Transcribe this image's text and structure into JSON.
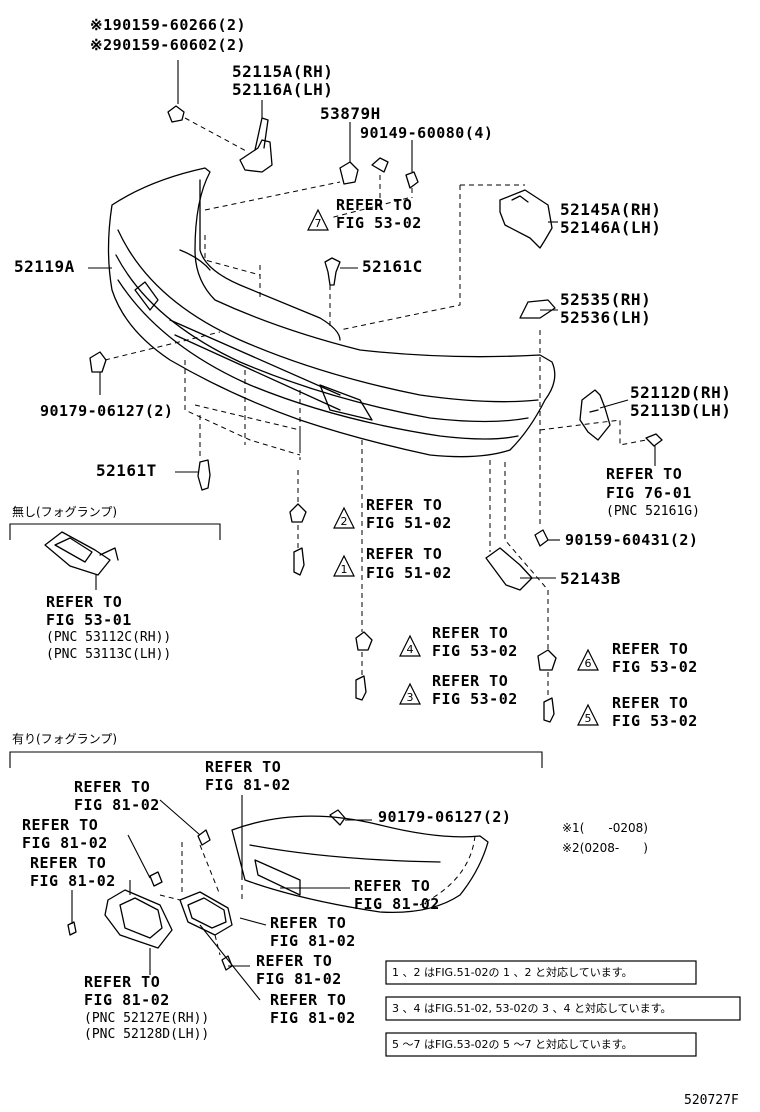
{
  "page_code": "520727F",
  "callouts": {
    "c_90159_a": "※190159-60266(2)",
    "c_90159_b": "※290159-60602(2)",
    "c_52115": "52115A(RH)",
    "c_52116": "52116A(LH)",
    "c_53879": "53879H",
    "c_90149": "90149-60080(4)",
    "c_52145": "52145A(RH)",
    "c_52146": "52146A(LH)",
    "c_52119": "52119A",
    "c_52161c": "52161C",
    "c_52535": "52535(RH)",
    "c_52536": "52536(LH)",
    "c_52112": "52112D(RH)",
    "c_52113": "52113D(LH)",
    "c_90179_a": "90179-06127(2)",
    "c_52161t": "52161T",
    "c_90159_c": "90159-60431(2)",
    "c_52143": "52143B",
    "c_90179_b": "90179-06127(2)"
  },
  "refer": {
    "refer_to": "REFER TO",
    "fig_53_02": "FIG 53-02",
    "fig_51_02": "FIG 51-02",
    "fig_76_01": "FIG 76-01",
    "pnc_52161g": "(PNC 52161G)",
    "fig_53_01": "FIG 53-01",
    "pnc_53112c": "(PNC 53112C(RH))",
    "pnc_53113c": "(PNC 53113C(LH))",
    "fig_81_02": "FIG 81-02",
    "pnc_52127e": "(PNC 52127E(RH))",
    "pnc_52128d": "(PNC 52128D(LH))"
  },
  "markers": [
    "1",
    "2",
    "3",
    "4",
    "5",
    "6",
    "7"
  ],
  "sections": {
    "without_fog": "無し(フォグランプ)",
    "with_fog": "有り(フォグランプ)"
  },
  "notes": {
    "n1": "※1(　　-0208)",
    "n2": "※2(0208-　　)"
  },
  "legend": {
    "l1": "1 、2 はFIG.51-02の 1 、2 と対応しています。",
    "l2": "3 、4 はFIG.51-02, 53-02の 3 、4 と対応しています。",
    "l3": "5 ～7 はFIG.53-02の 5 ～7 と対応しています。"
  }
}
